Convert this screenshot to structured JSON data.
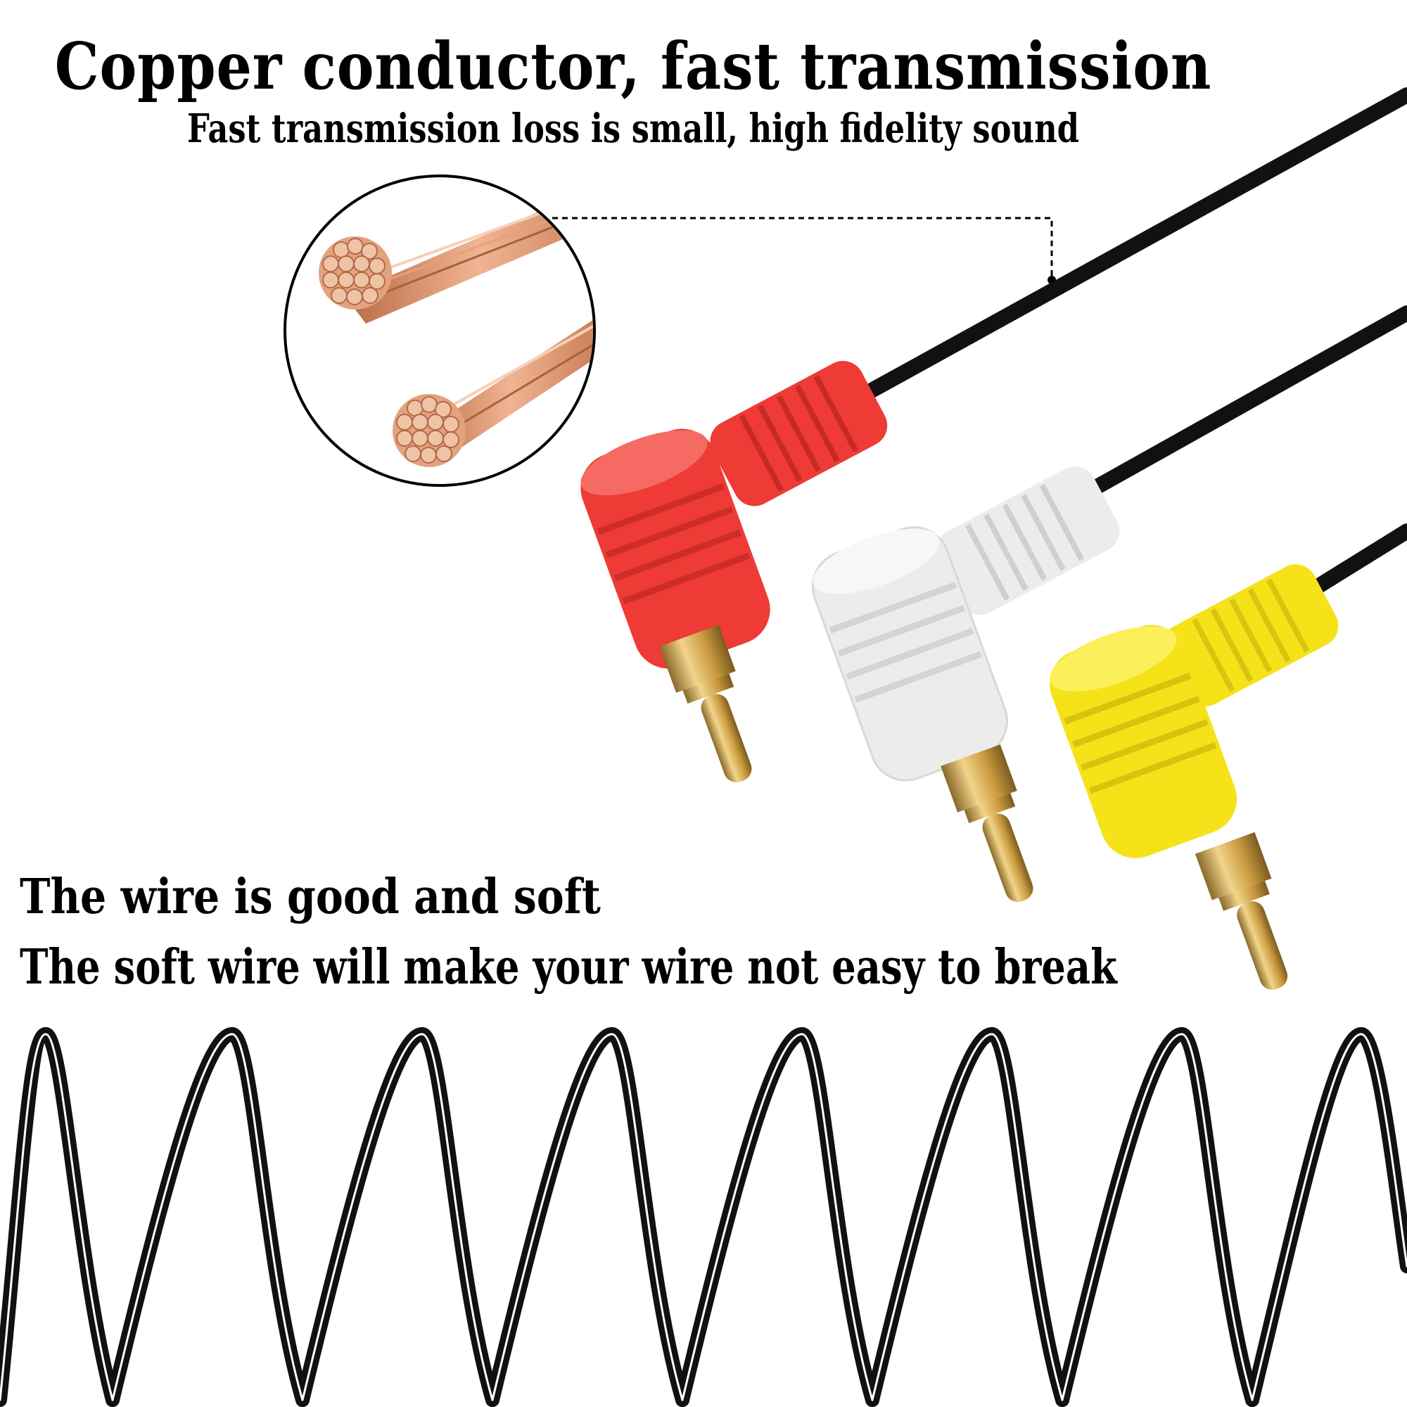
{
  "headline": {
    "title": "Copper conductor, fast transmission",
    "subtitle": "Fast transmission loss is small, high fidelity sound"
  },
  "softness": {
    "line1": "The wire is good and soft",
    "line2": "The soft wire will make your wire not easy to break"
  },
  "colors": {
    "background": "#ffffff",
    "cable": "#111111",
    "plug_red": "#ee3b35",
    "plug_white": "#ececea",
    "plug_yellow": "#f5e219",
    "gold": "#d9b25a",
    "copper": "#d98c62"
  },
  "illustration": {
    "connectors": [
      "red-rca-plug",
      "white-rca-plug",
      "yellow-rca-plug"
    ],
    "magnifier": "copper-strands-magnifier",
    "coil": "coiled-black-cable"
  }
}
